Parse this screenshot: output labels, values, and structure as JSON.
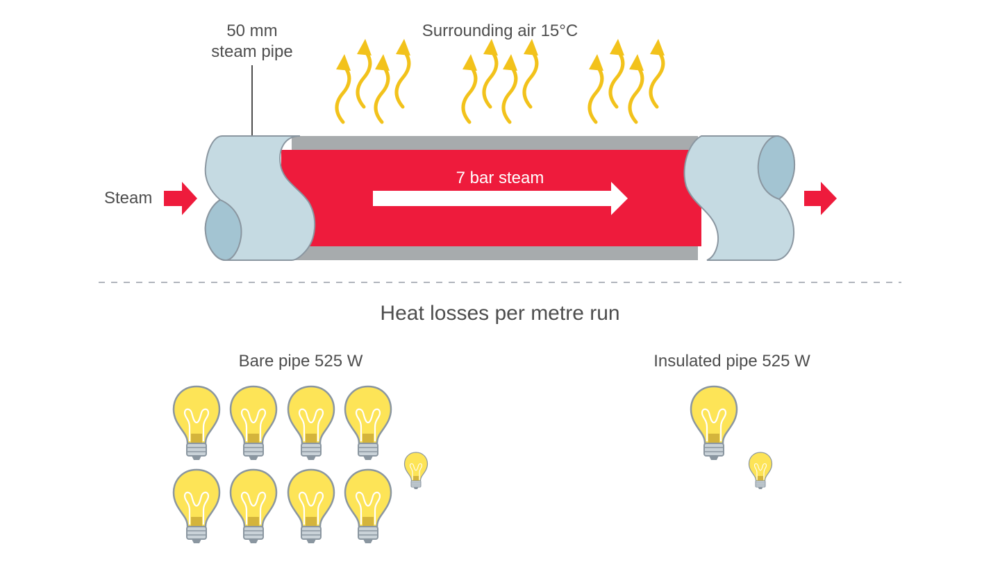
{
  "labels": {
    "pipe_line1": "50 mm",
    "pipe_line2": "steam pipe",
    "air": "Surrounding air 15°C",
    "steam_in": "Steam",
    "steam_inside": "7 bar steam",
    "section_title": "Heat losses per metre run",
    "bare": "Bare pipe 525 W",
    "insulated": "Insulated pipe 525 W"
  },
  "bulbs": {
    "bare_large": 8,
    "bare_small": 1,
    "insulated_large": 1,
    "insulated_small": 1
  },
  "colors": {
    "steam_red": "#ee1b3c",
    "pipe_blue": "#c5dae2",
    "pipe_end": "#a3c4d2",
    "pipe_grey": "#a7abad",
    "heat_yellow": "#f2c21b",
    "bulb_yellow": "#fde457",
    "outline": "#8a96a0"
  },
  "icons": {
    "heat": "heat-wave-arrow-icon",
    "bulb": "light-bulb-icon",
    "flow": "flow-arrow-icon"
  }
}
